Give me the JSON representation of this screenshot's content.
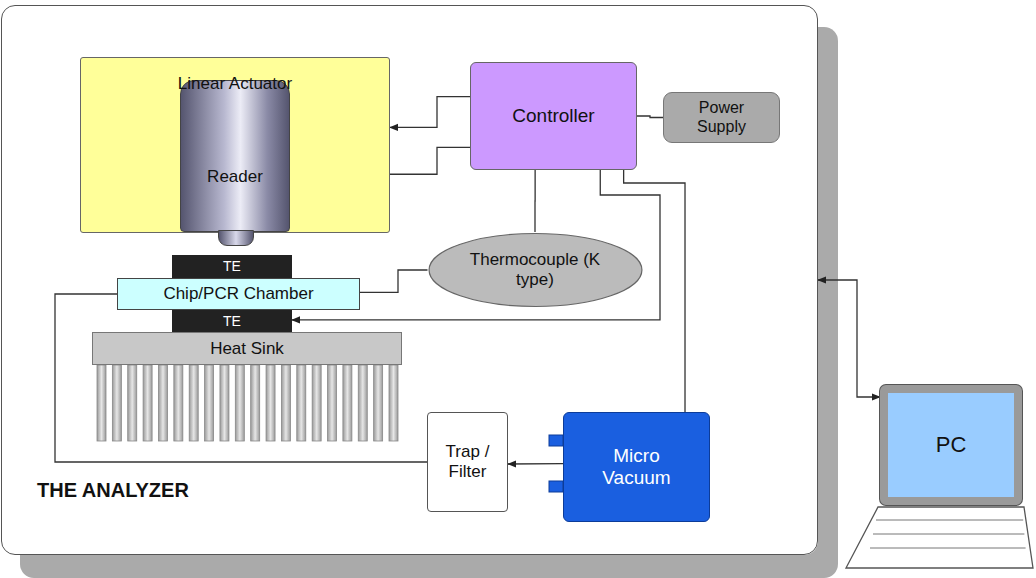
{
  "diagram": {
    "nodes": [
      {
        "text": [
          "THE ANALYZER"
        ]
      },
      {
        "text": [
          "Linear Actuator"
        ],
        "in": 0
      },
      {
        "text": [
          "Reader"
        ],
        "in": 1
      },
      {
        "text": [
          "Controller"
        ],
        "in": 0
      },
      {
        "text": [
          "Power Supply"
        ],
        "in": 0
      },
      {
        "text": [
          "Thermocouple (K type)"
        ],
        "in": 0
      },
      {
        "text": [
          "TE"
        ],
        "in": 0
      },
      {
        "text": [
          "Chip/PCR Chamber"
        ],
        "in": 0
      },
      {
        "text": [
          "TE"
        ],
        "in": 0
      },
      {
        "text": [
          "Heat Sink"
        ],
        "in": 0
      },
      {
        "text": [
          "Trap / Filter"
        ],
        "in": 0
      },
      {
        "text": [
          "Micro Vacuum"
        ],
        "in": 0
      },
      {
        "text": [
          "PC"
        ]
      }
    ],
    "edges": [
      {
        "from": 3,
        "to": 1,
        "arrow": "to"
      },
      {
        "from": 3,
        "to": 2,
        "arrow": "to"
      },
      {
        "from": 3,
        "to": 4,
        "arrow": "none"
      },
      {
        "from": 3,
        "to": 5,
        "arrow": "none"
      },
      {
        "from": 5,
        "to": 7,
        "arrow": "none"
      },
      {
        "from": 3,
        "to": 8,
        "arrow": "to"
      },
      {
        "from": 3,
        "to": 11,
        "arrow": "none"
      },
      {
        "from": 11,
        "to": 10,
        "arrow": "to"
      },
      {
        "from": 10,
        "to": 7,
        "arrow": "none"
      },
      {
        "from": 12,
        "to": 0,
        "arrow": "both"
      }
    ]
  }
}
